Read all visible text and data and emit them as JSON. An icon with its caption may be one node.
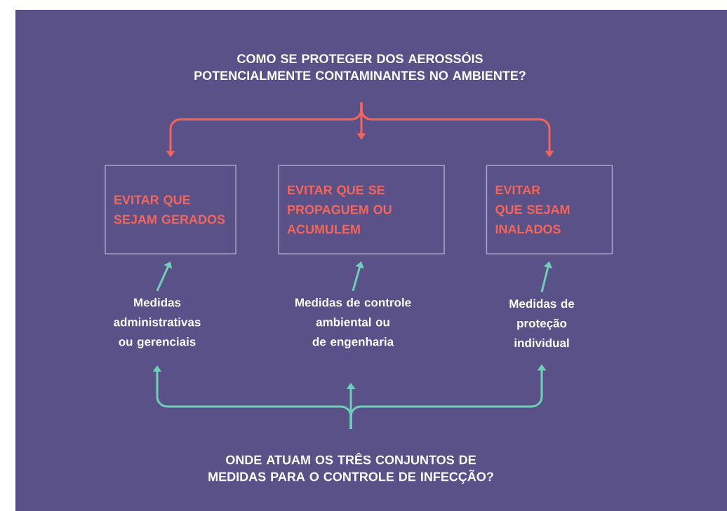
{
  "diagram": {
    "nodes": [
      {
        "text": [
          "COMO SE PROTEGER DOS AEROSSÓIS POTENCIALMENTE CONTAMINANTES NO AMBIENTE?"
        ]
      },
      {
        "text": [
          "EVITAR QUE SEJAM GERADOS"
        ]
      },
      {
        "text": [
          "EVITAR QUE SE PROPAGUEM OU ACUMULEM"
        ]
      },
      {
        "text": [
          "EVITAR QUE SEJAM INALADOS"
        ]
      },
      {
        "text": [
          "Medidas administrativas ou gerenciais"
        ]
      },
      {
        "text": [
          "Medidas de controle ambiental ou de engenharia"
        ]
      },
      {
        "text": [
          "Medidas de proteção individual"
        ]
      },
      {
        "text": [
          "ONDE ATUAM OS TRÊS CONJUNTOS DE MEDIDAS PARA O CONTROLE DE INFECÇÃO?"
        ]
      }
    ],
    "edges": [
      {
        "from": 0,
        "to": 1,
        "arrow": "to",
        "color": "#f4655a"
      },
      {
        "from": 0,
        "to": 2,
        "arrow": "to",
        "color": "#f4655a"
      },
      {
        "from": 0,
        "to": 3,
        "arrow": "to",
        "color": "#f4655a"
      },
      {
        "from": 4,
        "to": 1,
        "arrow": "to"
      },
      {
        "from": 5,
        "to": 2,
        "arrow": "to"
      },
      {
        "from": 6,
        "to": 3,
        "arrow": "to"
      },
      {
        "from": 7,
        "to": 4,
        "arrow": "to"
      },
      {
        "from": 7,
        "to": 5,
        "arrow": "to"
      },
      {
        "from": 7,
        "to": 6,
        "arrow": "to"
      }
    ]
  }
}
